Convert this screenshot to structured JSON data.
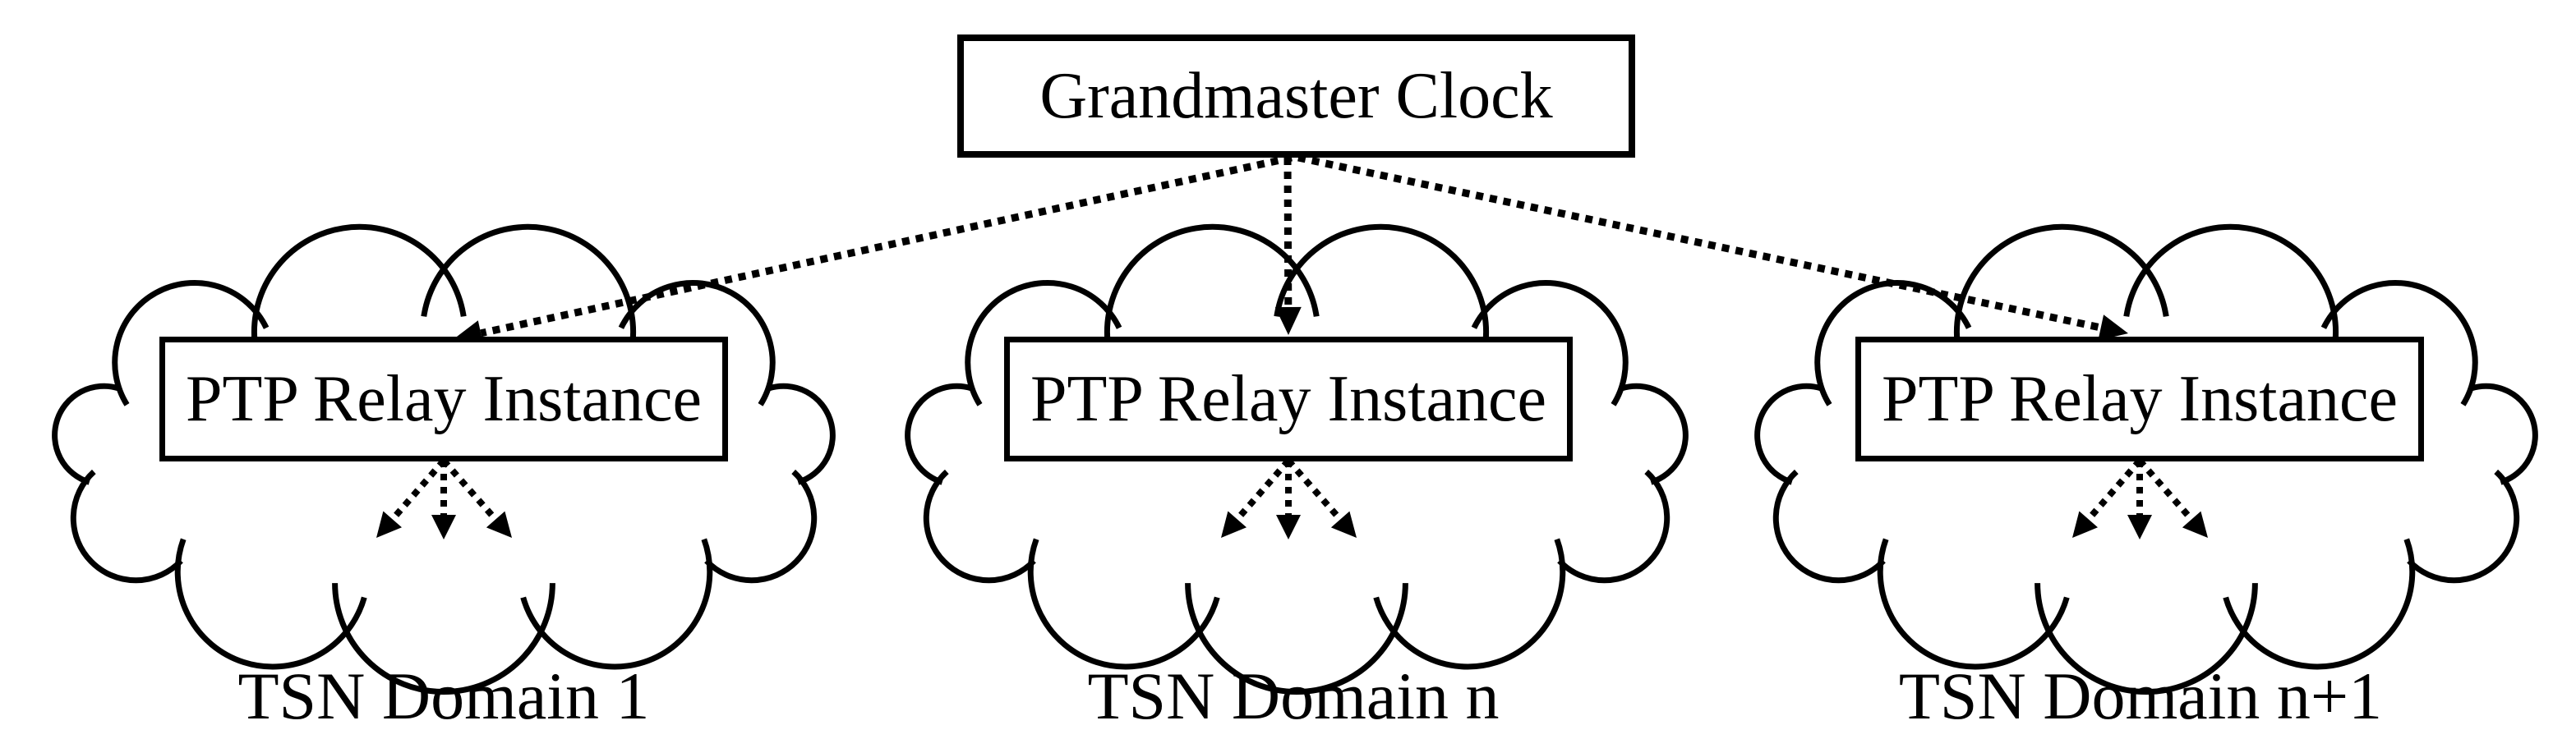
{
  "diagram": {
    "title_hint": "PTP time distribution over multiple TSN domains",
    "grandmaster": {
      "label": "Grandmaster Clock"
    },
    "domains": [
      {
        "relay_label": "PTP Relay Instance",
        "domain_label": "TSN Domain 1"
      },
      {
        "relay_label": "PTP Relay Instance",
        "domain_label": "TSN Domain n"
      },
      {
        "relay_label": "PTP Relay Instance",
        "domain_label": "TSN Domain n+1"
      }
    ],
    "colors": {
      "line": "#000000",
      "background": "#ffffff"
    }
  }
}
